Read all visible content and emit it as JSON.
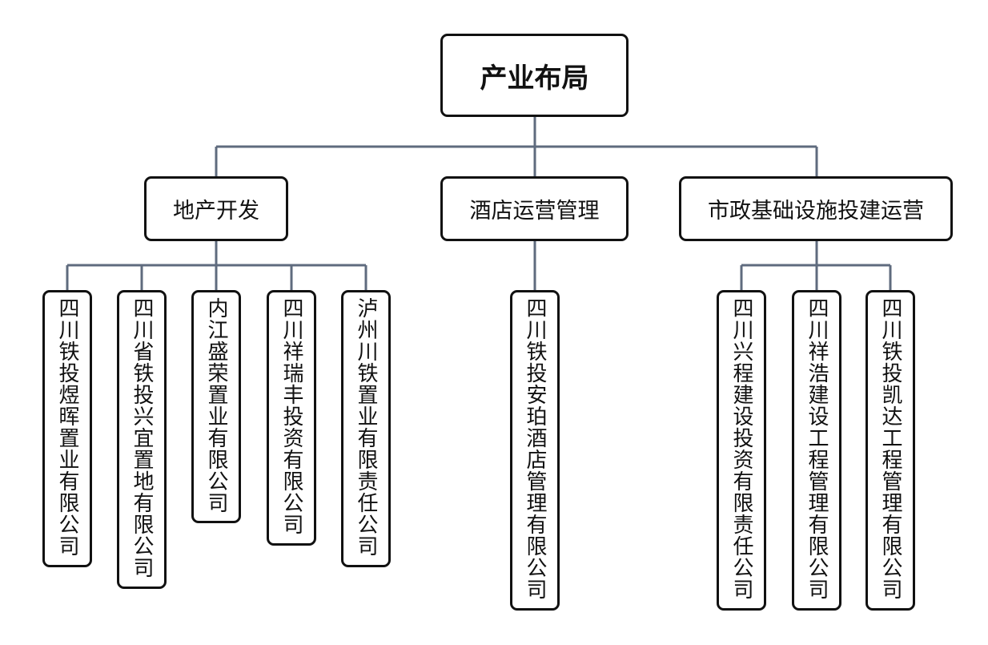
{
  "root": {
    "label": "产业布局"
  },
  "branches": [
    {
      "label": "地产开发",
      "companies": [
        "四川铁投煜晖置业有限公司",
        "四川省铁投兴宜置地有限公司",
        "内江盛荣置业有限公司",
        "四川祥瑞丰投资有限公司",
        "泸州川铁置业有限责任公司"
      ]
    },
    {
      "label": "酒店运营管理",
      "companies": [
        "四川铁投安珀酒店管理有限公司"
      ]
    },
    {
      "label": "市政基础设施投建运营",
      "companies": [
        "四川兴程建设投资有限责任公司",
        "四川祥浩建设工程管理有限公司",
        "四川铁投凯达工程管理有限公司"
      ]
    }
  ],
  "colors": {
    "connector": "#5f6b7e",
    "border": "#111111"
  }
}
